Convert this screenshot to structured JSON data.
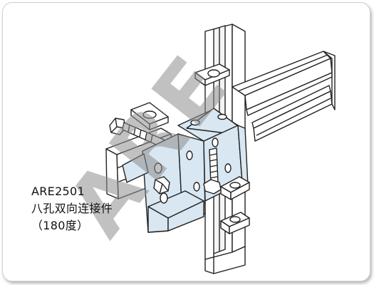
{
  "model_code": "ARE2501",
  "description": "八孔双向连接件",
  "angle_note": "（180度）",
  "watermark": {
    "text": "ARE",
    "color": "#9a9a9a"
  },
  "colors": {
    "bracket_fill": "#d8e7f2",
    "line": "#222222",
    "channel_fill": "#ffffff"
  }
}
